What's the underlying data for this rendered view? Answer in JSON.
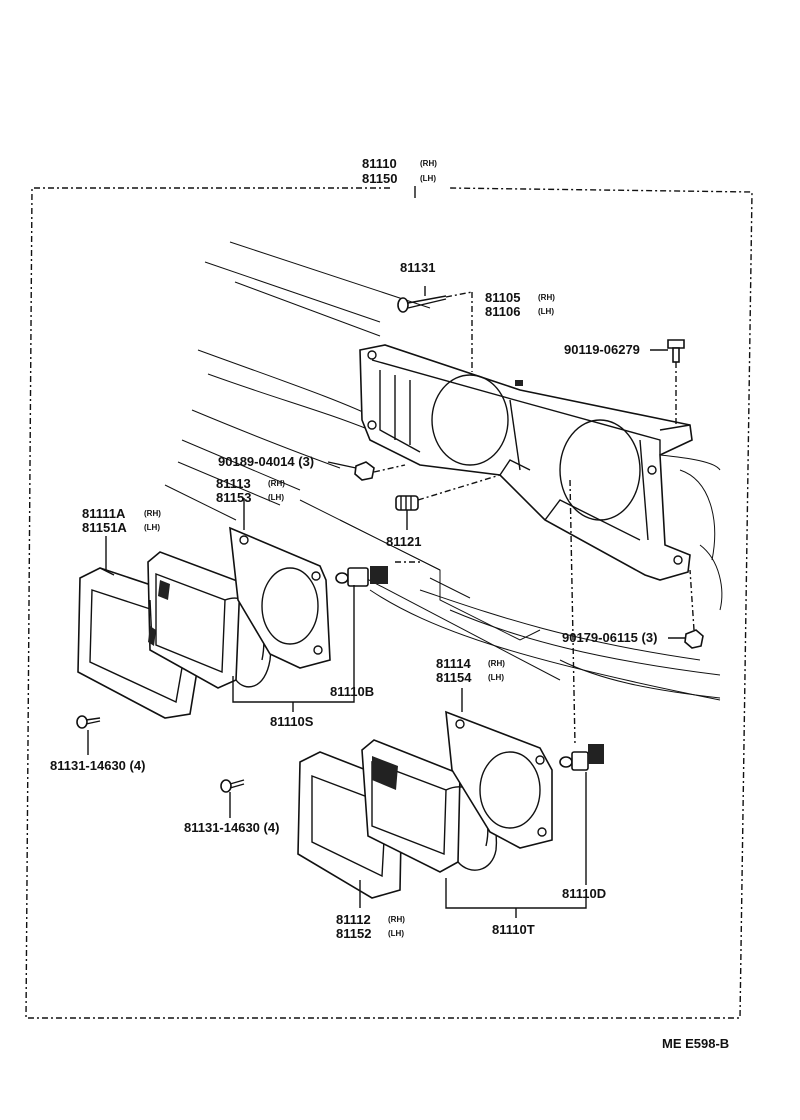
{
  "labels": {
    "assy_rh": "81110",
    "assy_rh_side": "(RH)",
    "assy_lh": "81150",
    "assy_lh_side": "(LH)",
    "screw_81131": "81131",
    "bracket_rh": "81105",
    "bracket_rh_side": "(RH)",
    "bracket_lh": "81106",
    "bracket_lh_side": "(LH)",
    "bolt_90119": "90119-06279",
    "nut_90189": "90189-04014 (3)",
    "mount_rh": "81113",
    "mount_rh_side": "(RH)",
    "mount_lh": "81153",
    "mount_lh_side": "(LH)",
    "rim_rh": "81111A",
    "rim_rh_side": "(RH)",
    "rim_lh": "81151A",
    "rim_lh_side": "(LH)",
    "adjuster_81121": "81121",
    "nut_90179": "90179-06115 (3)",
    "mount2_rh": "81114",
    "mount2_rh_side": "(RH)",
    "mount2_lh": "81154",
    "mount2_lh_side": "(LH)",
    "bulb_81110b": "81110B",
    "unit_81110s": "81110S",
    "screw_left": "81131-14630 (4)",
    "screw_mid": "81131-14630 (4)",
    "bulb_81110d": "81110D",
    "rim2_rh": "81112",
    "rim2_rh_side": "(RH)",
    "rim2_lh": "81152",
    "rim2_lh_side": "(LH)",
    "unit_81110t": "81110T",
    "figure_code": "ME E598-B"
  }
}
